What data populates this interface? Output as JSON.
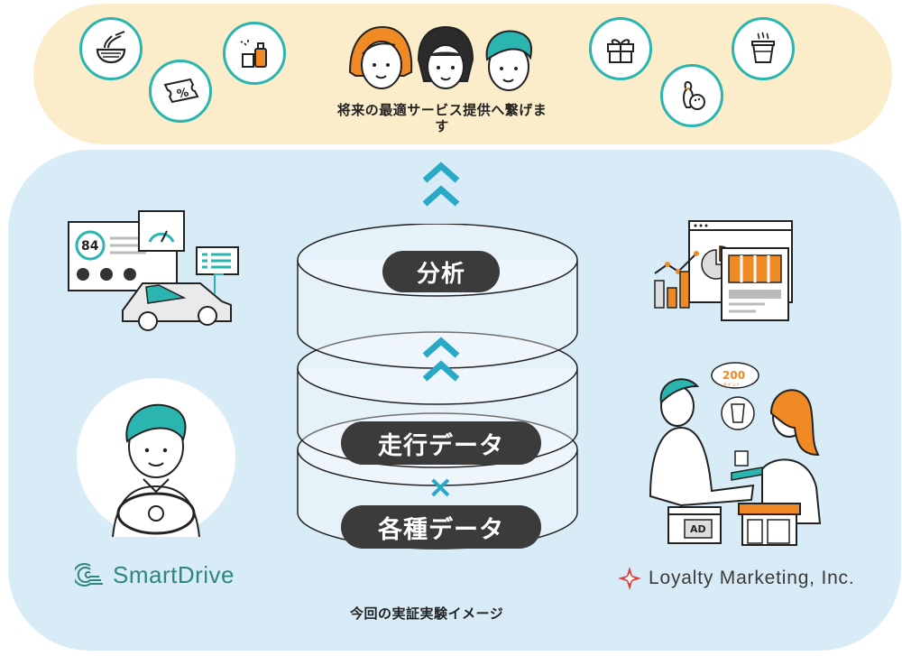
{
  "top": {
    "tagline": "将来の最適サービス提供へ繋げま\nす",
    "icons": [
      "noodle-bowl-icon",
      "coupon-icon",
      "cleaning-products-icon",
      "gift-icon",
      "bowling-icon",
      "hot-drink-icon"
    ]
  },
  "stack": {
    "layers": [
      {
        "label": "分析"
      },
      {
        "label": "走行データ"
      },
      {
        "label": "各種データ"
      }
    ],
    "join_symbol": "×"
  },
  "left": {
    "dashboard_score": "84",
    "brand": "SmartDrive"
  },
  "right": {
    "points_value": "200",
    "points_unit": "ポイント",
    "ad_label": "AD",
    "brand": "Loyalty Marketing, Inc."
  },
  "caption": "今回の実証実験イメージ",
  "colors": {
    "teal": "#2bb5b0",
    "orange": "#f08a24",
    "top_bg": "#fbecca",
    "main_bg": "#d8ecf8",
    "pill": "#3b3b3b",
    "chevron": "#2aa9c6"
  }
}
